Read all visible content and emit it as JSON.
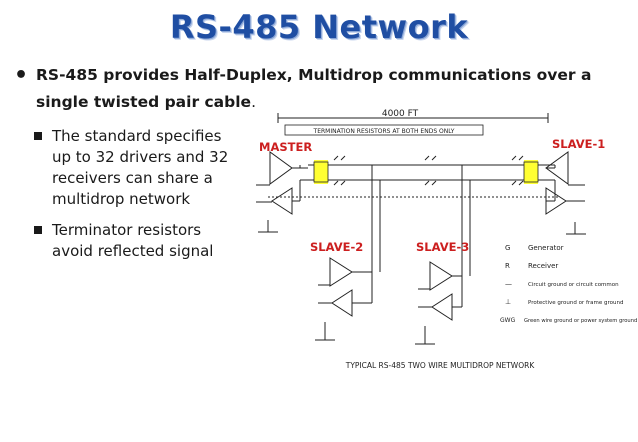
{
  "slide": {
    "title": "RS-485 Network",
    "bullet_main_bold": "RS-485 provides Half-Duplex, Multidrop communications over a single twisted pair cable",
    "bullet_main_tail": ".",
    "sub_bullets": [
      "The standard specifies up to 32 drivers and 32 receivers can share a multidrop network",
      "Terminator resistors avoid reflected signal"
    ]
  },
  "diagram": {
    "distance_label": "4000 FT",
    "termination_note": "TERMINATION RESISTORS AT BOTH ENDS ONLY",
    "caption": "TYPICAL RS-485 TWO WIRE MULTIDROP NETWORK",
    "node_labels": {
      "master": "MASTER",
      "slave1": "SLAVE-1",
      "slave2": "SLAVE-2",
      "slave3": "SLAVE-3"
    },
    "legend": [
      {
        "symbol": "G",
        "text": "Generator"
      },
      {
        "symbol": "R",
        "text": "Receiver"
      },
      {
        "symbol": "—",
        "text": "Circuit ground or circuit common"
      },
      {
        "symbol": "⊥",
        "text": "Protective ground or frame ground"
      },
      {
        "symbol": "GWG",
        "text": "Green wire ground or power system ground"
      }
    ],
    "colors": {
      "title": "#1f4ea3",
      "node_label": "#cc1f1f",
      "terminator_highlight": "#ffff33"
    }
  }
}
